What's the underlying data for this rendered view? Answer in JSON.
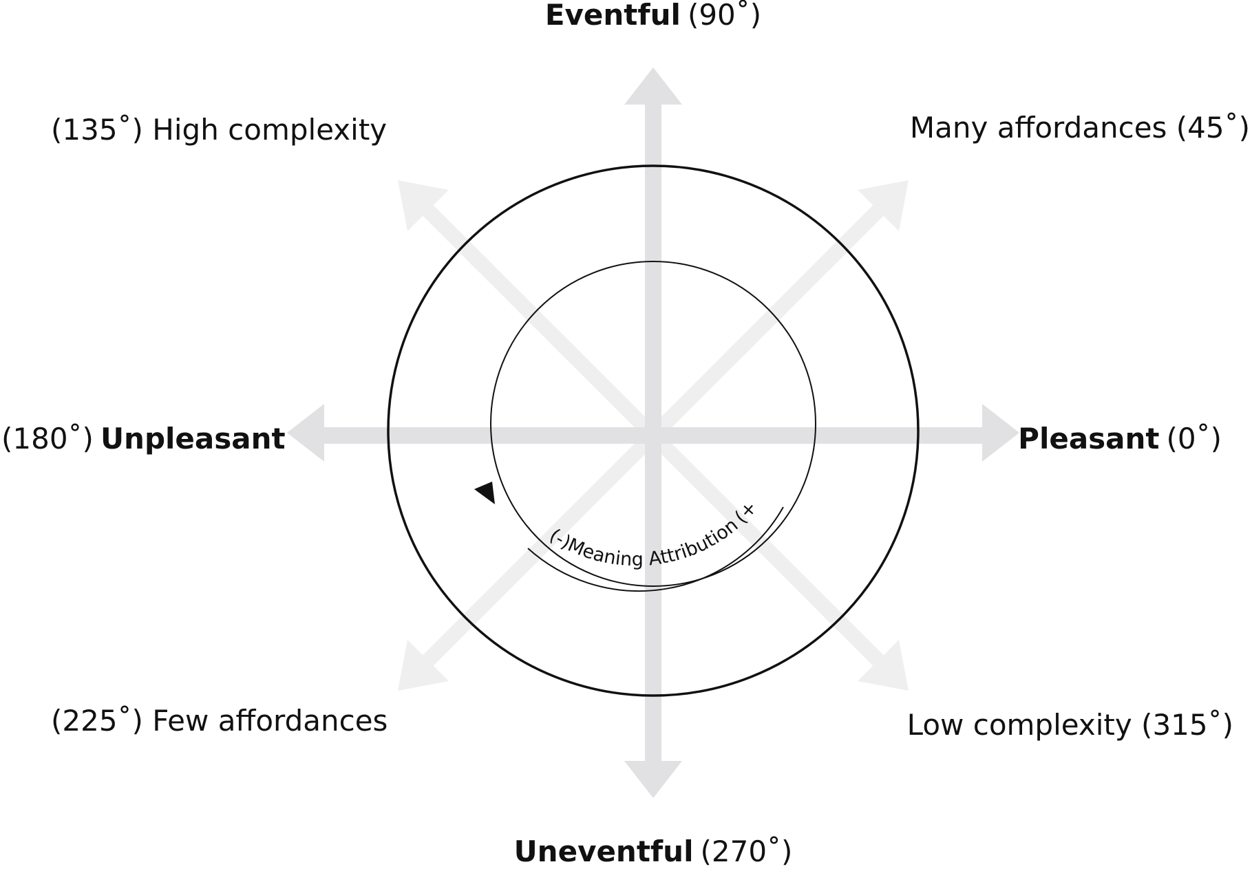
{
  "labels": {
    "eventful": {
      "name": "Eventful",
      "angle": "(90˚)"
    },
    "many_affordances": "Many affordances (45˚)",
    "high_complexity": "(135˚) High complexity",
    "unpleasant": {
      "angle": "(180˚)",
      "name": "Unpleasant"
    },
    "pleasant": {
      "name": "Pleasant",
      "angle": "(0˚)"
    },
    "few_affordances": "(225˚) Few affordances",
    "low_complexity": "Low complexity (315˚)",
    "uneventful": {
      "name": "Uneventful",
      "angle": "(270˚)"
    }
  },
  "inner_arc_text": {
    "minus": "(-)",
    "name": "Meaning Attribution",
    "plus": "(+)"
  },
  "colors": {
    "main_axis": "#e1e1e3",
    "diagonal_axis": "#efefef",
    "circle": "#111111"
  },
  "icons": {
    "direction_arrow": "triangle-arrowhead"
  }
}
